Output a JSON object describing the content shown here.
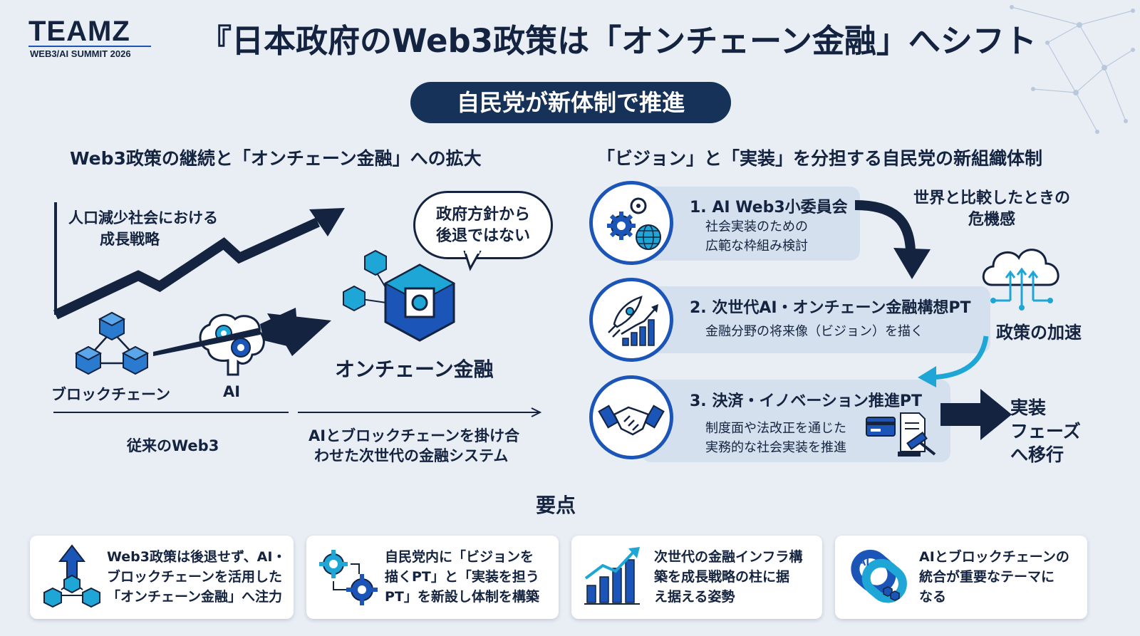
{
  "header": {
    "logo_main": "TEAMZ",
    "logo_sub": "WEB3/AI SUMMIT 2026",
    "title": "『日本政府のWeb3政策は「オンチェーン金融」へシフト",
    "subtitle": "自民党が新体制で推進"
  },
  "left": {
    "heading": "Web3政策の継続と「オンチェーン金融」への拡大",
    "growth_label": [
      "人口減少社会における",
      "成長戦略"
    ],
    "bubble": [
      "政府方針から",
      "後退ではない"
    ],
    "blockchain_label": "ブロックチェーン",
    "ai_label": "AI",
    "onchain_label": "オンチェーン金融",
    "legacy_label": "従来のWeb3",
    "next_label": [
      "AIとブロックチェーンを掛け合",
      "わせた次世代の金融システム"
    ]
  },
  "right": {
    "heading": "「ビジョン」と「実装」を分担する自民党の新組織体制",
    "steps": [
      {
        "title": "1. AI Web3小委員会",
        "desc": [
          "社会実装のための",
          "広範な枠組み検討"
        ]
      },
      {
        "title": "2. 次世代AI・オンチェーン金融構想PT",
        "desc": [
          "金融分野の将来像（ビジョン）を描く"
        ]
      },
      {
        "title": "3. 決済・イノベーション推進PT",
        "desc": [
          "制度面や法改正を通じた",
          "実務的な社会実装を推進"
        ]
      }
    ],
    "crisis_label": [
      "世界と比較したときの",
      "危機感"
    ],
    "accel_label": "政策の加速",
    "phase_label": [
      "実装",
      "フェーズ",
      "へ移行"
    ]
  },
  "points": {
    "heading": "要点",
    "cards": [
      {
        "icon": "blockchain-up-icon",
        "lines": [
          "Web3政策は後退せず、AI・",
          "ブロックチェーンを活用した",
          "「オンチェーン金融」へ注力"
        ]
      },
      {
        "icon": "gears-icon",
        "lines": [
          "自民党内に「ビジョンを",
          "描くPT」と「実装を担う",
          "PT」を新設し体制を構築"
        ]
      },
      {
        "icon": "growth-chart-icon",
        "lines": [
          "次世代の金融インフラ構",
          "築を成長戦略の柱に据",
          "え据える姿勢"
        ]
      },
      {
        "icon": "ai-blockchain-link-icon",
        "lines": [
          "AIとブロックチェーンの",
          "統合が重要なテーマに",
          "なる"
        ]
      }
    ]
  },
  "colors": {
    "navy": "#173259",
    "blue": "#1c55b8",
    "cyan": "#1ea7d6",
    "panel": "#d5e0ee"
  }
}
